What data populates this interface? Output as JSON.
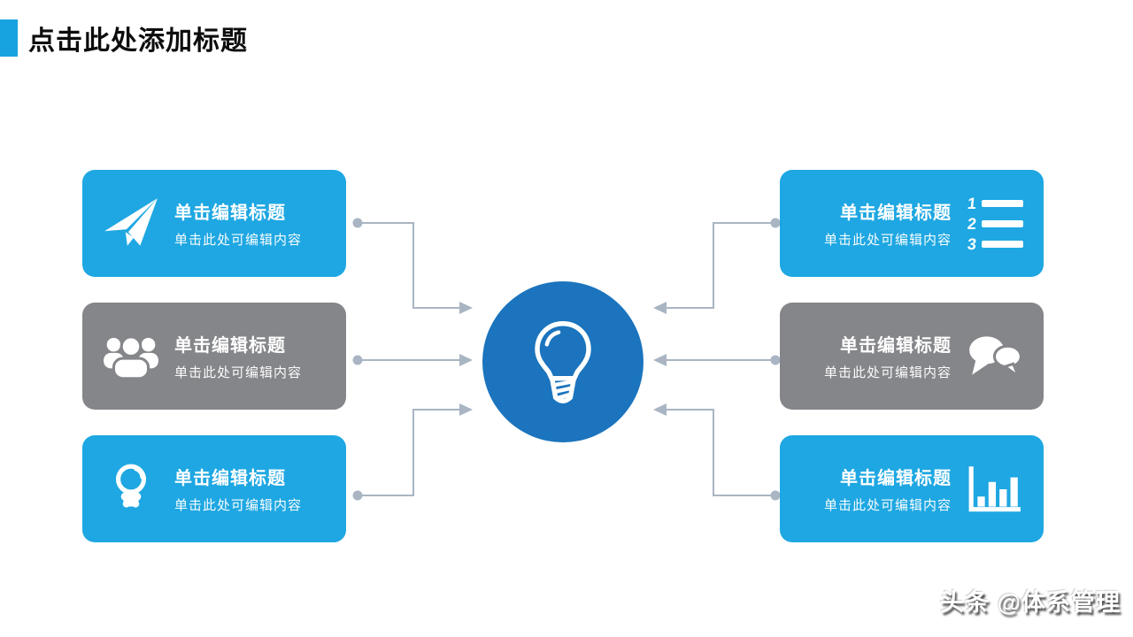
{
  "slide": {
    "title": "点击此处添加标题",
    "watermark": "头条 @体系管理"
  },
  "colors": {
    "accent_blue": "#1ea7e2",
    "accent_gray": "#85868a",
    "center_circle_blue": "#1b74bd",
    "connector_gray": "#a9b5c2",
    "title_text": "#0d0d0d",
    "card_text": "#ffffff"
  },
  "center": {
    "icon": "lightbulb-icon"
  },
  "icons": {
    "numbered_list_digits": [
      "1",
      "2",
      "3"
    ]
  },
  "cards": {
    "left": [
      {
        "title": "单击编辑标题",
        "subtitle": "单击此处可编辑内容",
        "icon": "paper-plane-icon",
        "color": "blue"
      },
      {
        "title": "单击编辑标题",
        "subtitle": "单击此处可编辑内容",
        "icon": "users-icon",
        "color": "gray"
      },
      {
        "title": "单击编辑标题",
        "subtitle": "单击此处可编辑内容",
        "icon": "lightbulb-icon",
        "color": "blue"
      }
    ],
    "right": [
      {
        "title": "单击编辑标题",
        "subtitle": "单击此处可编辑内容",
        "icon": "numbered-list-icon",
        "color": "blue"
      },
      {
        "title": "单击编辑标题",
        "subtitle": "单击此处可编辑内容",
        "icon": "chat-bubbles-icon",
        "color": "gray"
      },
      {
        "title": "单击编辑标题",
        "subtitle": "单击此处可编辑内容",
        "icon": "bar-chart-icon",
        "color": "blue"
      }
    ]
  }
}
